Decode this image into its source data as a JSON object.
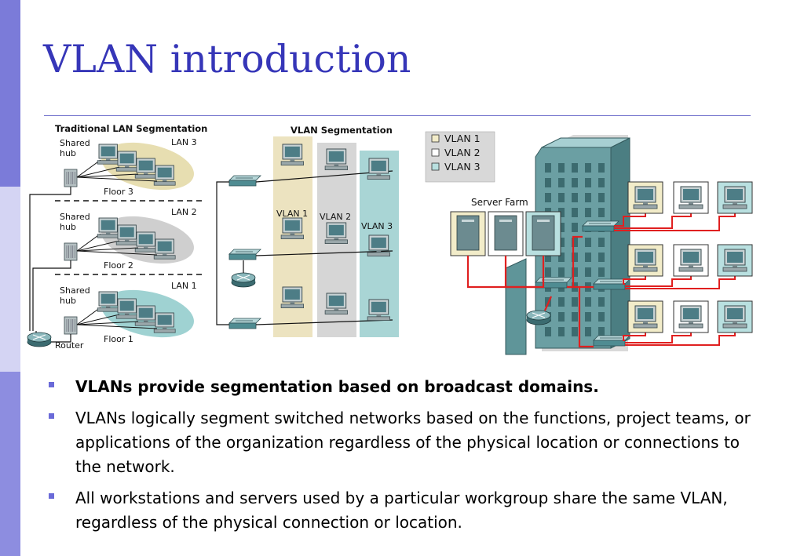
{
  "slide": {
    "title": "VLAN introduction"
  },
  "diagram": {
    "traditional": {
      "title": "Traditional LAN Segmentation",
      "lans": [
        {
          "lan_label": "LAN 3",
          "hub_label": "Shared\nhub",
          "floor_label": "Floor 3",
          "color": "#e7deb1"
        },
        {
          "lan_label": "LAN 2",
          "hub_label": "Shared\nhub",
          "floor_label": "Floor 2",
          "color": "#cfcfcf"
        },
        {
          "lan_label": "LAN 1",
          "hub_label": "Shared\nhub",
          "floor_label": "Floor 1",
          "color": "#9fd2d2"
        }
      ],
      "router_label": "Router"
    },
    "vlan_seg": {
      "title": "VLAN Segmentation",
      "columns": [
        {
          "label": "VLAN 1",
          "color": "#ece3c0"
        },
        {
          "label": "VLAN 2",
          "color": "#d6d6d6"
        },
        {
          "label": "VLAN 3",
          "color": "#a9d5d5"
        }
      ]
    },
    "legend": [
      {
        "label": "VLAN 1",
        "color": "#f2ecc9"
      },
      {
        "label": "VLAN 2",
        "color": "#ffffff"
      },
      {
        "label": "VLAN 3",
        "color": "#b9e0e0"
      }
    ],
    "server_farm_label": "Server Farm",
    "link_color": "#e02020"
  },
  "bullets": [
    {
      "text": "VLANs provide segmentation based on broadcast domains.",
      "bold": true
    },
    {
      "text": "VLANs logically segment switched networks based on the functions, project teams, or applications of the organization regardless of the physical location or connections to the network.",
      "bold": false
    },
    {
      "text": "All workstations and servers used by a particular workgroup share the same VLAN, regardless of the physical connection or location.",
      "bold": false
    }
  ]
}
